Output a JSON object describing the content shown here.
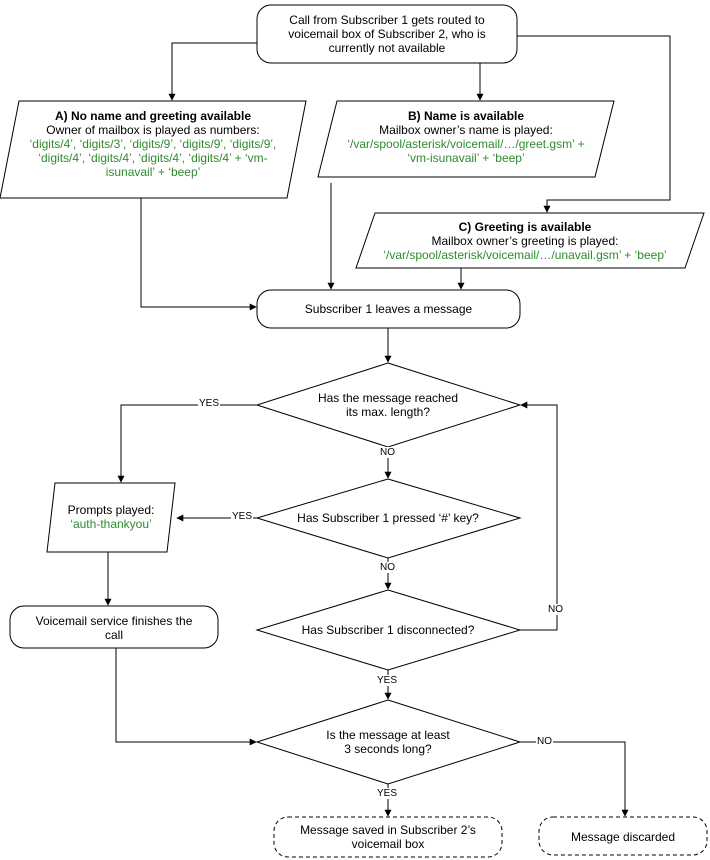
{
  "colors": {
    "line": "#000000",
    "fill": "#ffffff",
    "code_text": "#2e8b2e"
  },
  "nodes": {
    "start": {
      "lines": [
        "Call from Subscriber 1 gets routed to",
        "voicemail box of Subscriber 2, who is",
        "currently not available"
      ]
    },
    "case_a": {
      "title": "A) No name and greeting available",
      "desc": "Owner of mailbox is played as numbers:",
      "code": [
        "‘digits/4’, ‘digits/3’, ‘digits/9’, ‘digits/9’, ‘digits/9’,",
        "‘digits/4’, ‘digits/4’, ‘digits/4’, ‘digits/4’ + ‘vm-",
        "isunavail’ + ‘beep’"
      ]
    },
    "case_b": {
      "title": "B) Name is available",
      "desc": "Mailbox owner’s name is played:",
      "code": [
        "‘/var/spool/asterisk/voicemail/…/greet.gsm’ +",
        "‘vm-isunavail’ + ‘beep’"
      ]
    },
    "case_c": {
      "title": "C) Greeting is available",
      "desc": "Mailbox owner’s greeting is played:",
      "code": [
        "‘/var/spool/asterisk/voicemail/…/unavail.gsm’ + ‘beep’"
      ]
    },
    "leave_msg": {
      "label": "Subscriber 1 leaves a message"
    },
    "max_length": {
      "lines": [
        "Has the message reached",
        "its max. length?"
      ]
    },
    "pressed_hash": {
      "label": "Has Subscriber 1 pressed ‘#’ key?"
    },
    "disconnected": {
      "label": "Has Subscriber 1 disconnected?"
    },
    "min_length": {
      "lines": [
        "Is the message at least",
        "3 seconds long?"
      ]
    },
    "prompts": {
      "desc": "Prompts played:",
      "code": "‘auth-thankyou’"
    },
    "finish": {
      "lines": [
        "Voicemail service finishes the",
        "call"
      ]
    },
    "saved": {
      "lines": [
        "Message saved in Subscriber 2’s",
        "voicemail box"
      ]
    },
    "discarded": {
      "label": "Message discarded"
    }
  },
  "edge_labels": {
    "max_yes": "YES",
    "max_no": "NO",
    "hash_yes": "YES",
    "hash_no": "NO",
    "disc_no": "NO",
    "disc_yes": "YES",
    "min_no": "NO",
    "min_yes": "YES"
  }
}
